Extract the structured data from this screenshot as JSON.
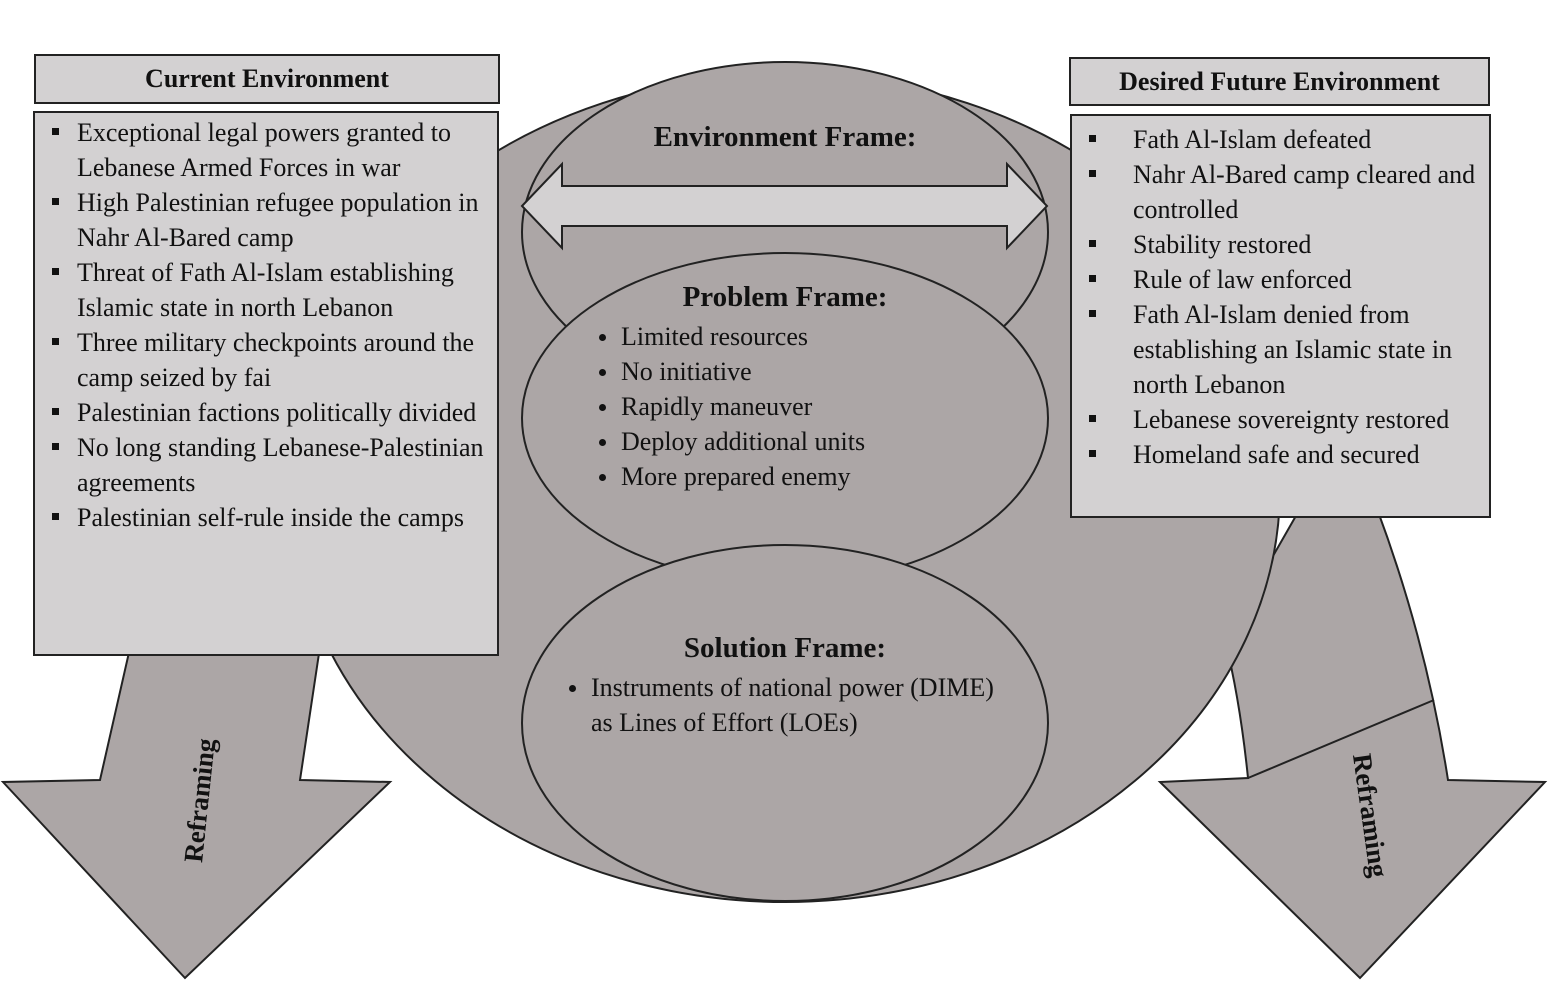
{
  "current_environment": {
    "title": "Current Environment",
    "items": [
      "Exceptional legal powers granted to Lebanese Armed Forces in war",
      "High Palestinian refugee population in Nahr Al-Bared camp",
      "Threat of Fath Al-Islam establishing Islamic state in north Lebanon",
      "Three military checkpoints around the camp seized by fai",
      "Palestinian factions politically divided",
      "No long standing Lebanese-Palestinian agreements",
      "Palestinian self-rule inside the camps"
    ]
  },
  "desired_environment": {
    "title": "Desired Future Environment",
    "items": [
      "Fath Al-Islam defeated",
      "Nahr Al-Bared camp cleared and controlled",
      "Stability restored",
      "Rule of law enforced",
      "Fath Al-Islam denied from establishing an Islamic state in north Lebanon",
      "Lebanese sovereignty restored",
      "Homeland safe and secured"
    ]
  },
  "environment_frame": {
    "title": "Environment Frame:"
  },
  "problem_frame": {
    "title": "Problem Frame:",
    "items": [
      "Limited resources",
      "No initiative",
      "Rapidly maneuver",
      "Deploy additional units",
      "More prepared enemy"
    ]
  },
  "solution_frame": {
    "title": "Solution Frame:",
    "items": [
      "Instruments of national power (DIME) as Lines of Effort (LOEs)"
    ]
  },
  "reframing_left": "Reframing",
  "reframing_right": "Reframing",
  "colors": {
    "circle_fill": "#aca6a6",
    "box_fill": "#d3d1d2",
    "stroke": "#222222"
  }
}
